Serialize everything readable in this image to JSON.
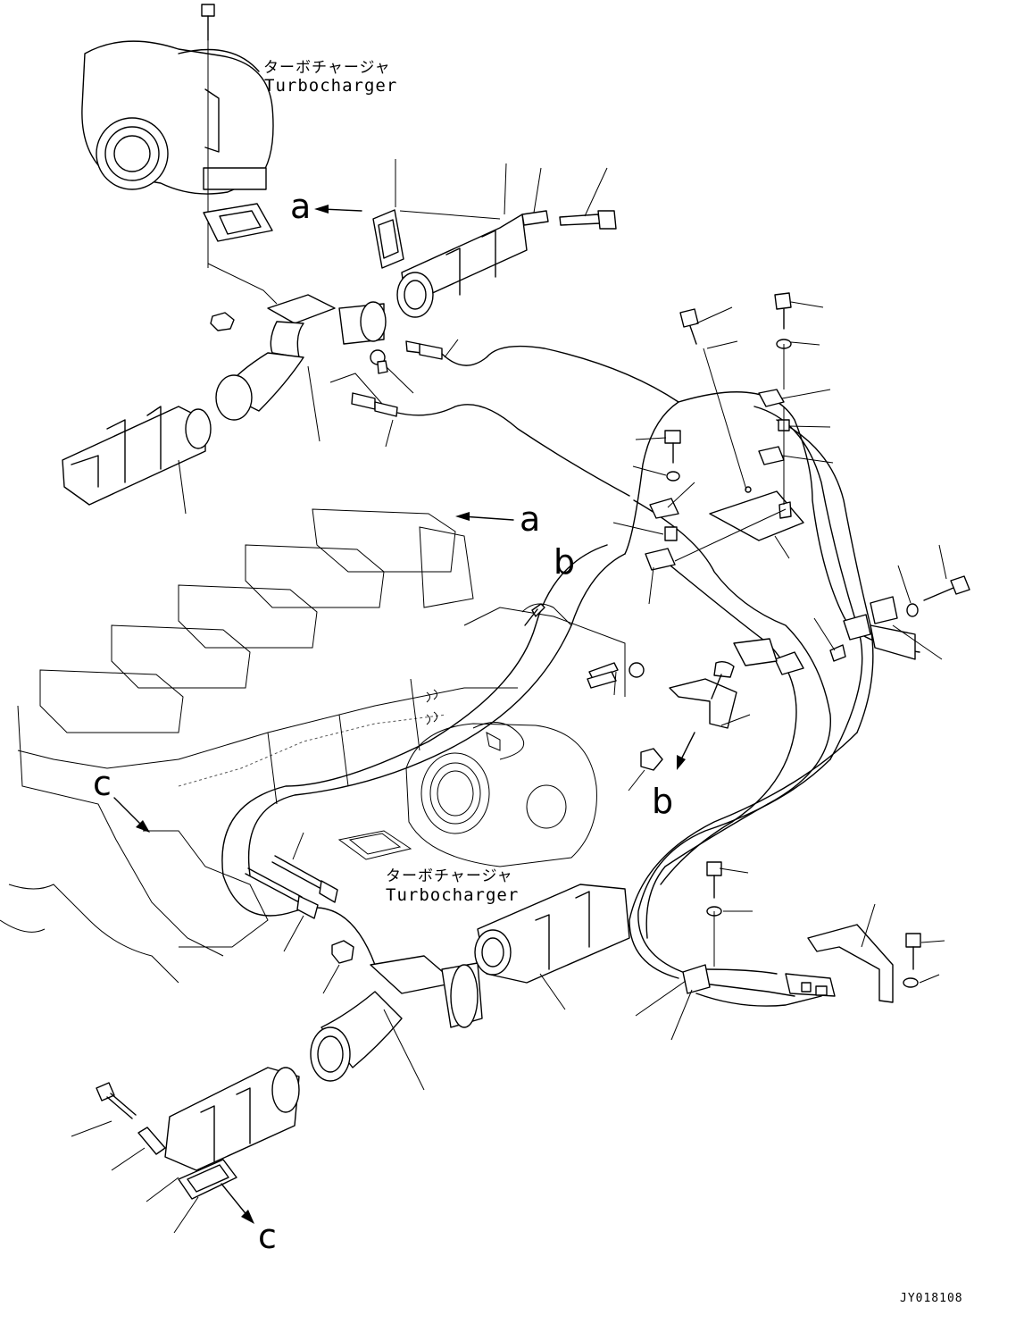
{
  "labels": {
    "turbo_top_jp": "ターボチャージャ",
    "turbo_top_en": "Turbocharger",
    "turbo_mid_jp": "ターボチャージャ",
    "turbo_mid_en": "Turbocharger"
  },
  "view_refs": {
    "a_left": "a",
    "a_right": "a",
    "b_top": "b",
    "b_bottom": "b",
    "c_left": "c",
    "c_bottom": "c"
  },
  "drawing_code": "JY018108"
}
